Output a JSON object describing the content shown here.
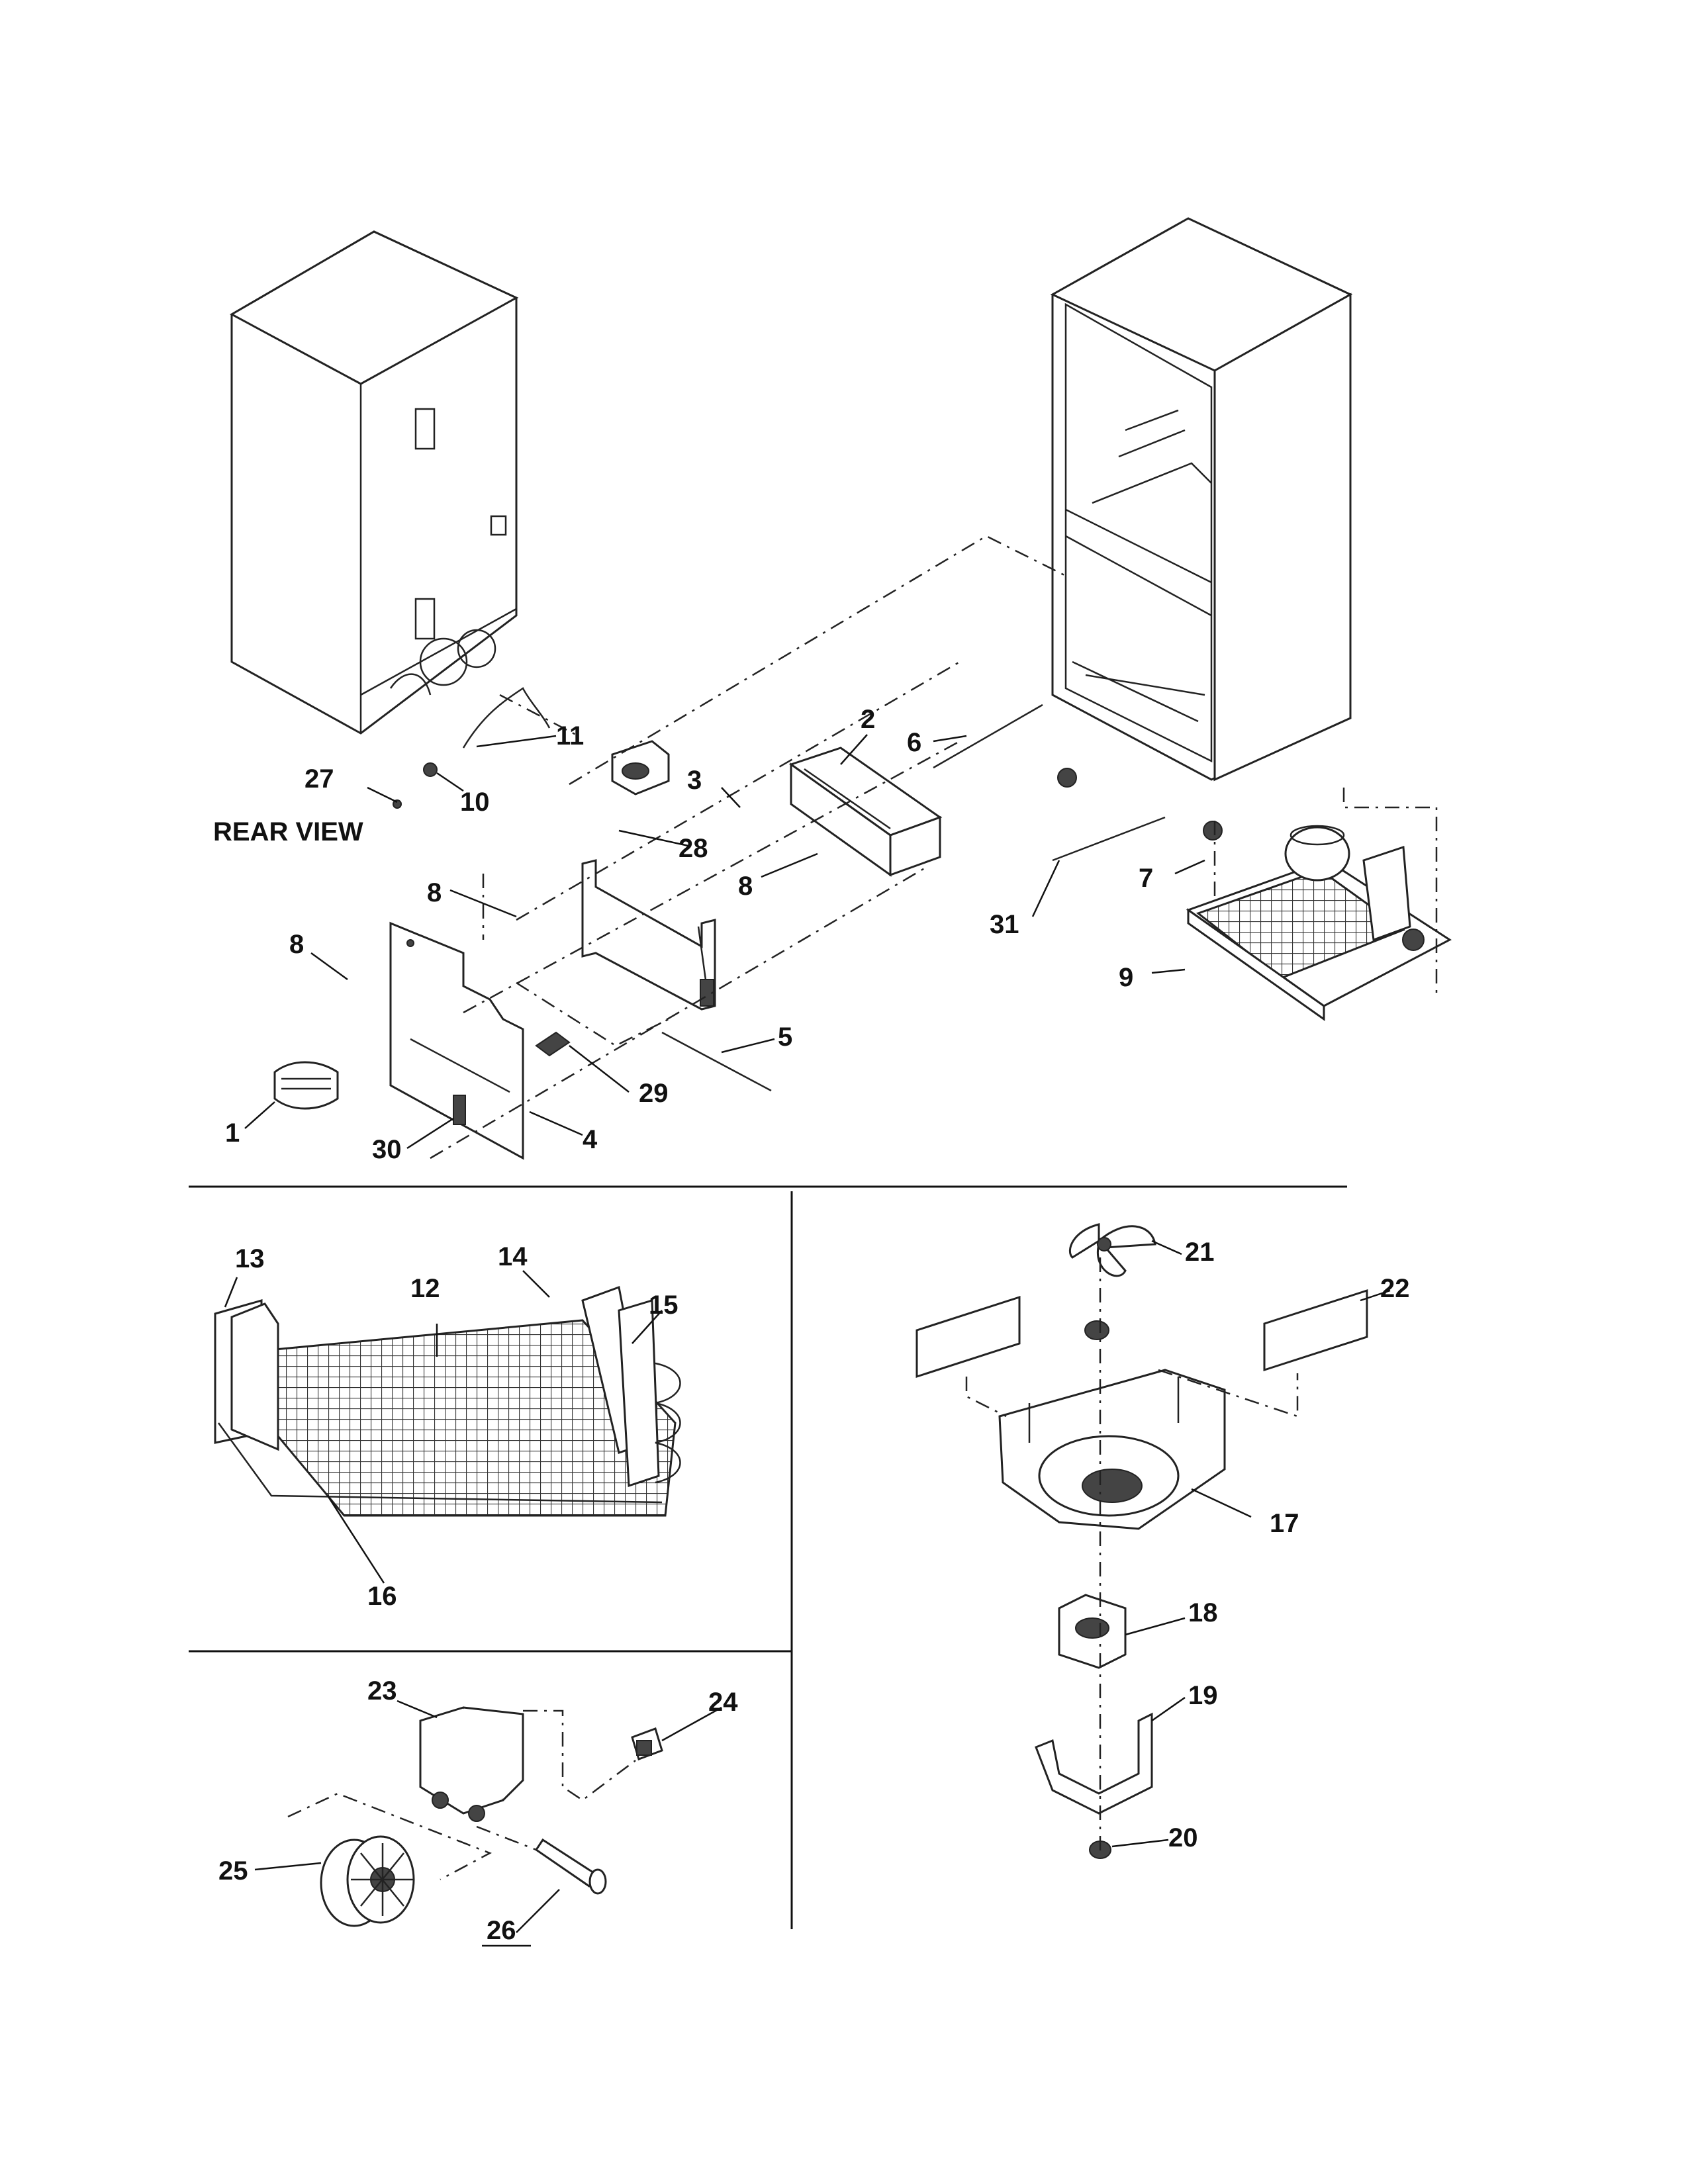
{
  "diagram": {
    "view_label": "REAR VIEW",
    "callouts": [
      {
        "id": "c1",
        "text": "1"
      },
      {
        "id": "c2",
        "text": "2"
      },
      {
        "id": "c3",
        "text": "3"
      },
      {
        "id": "c4",
        "text": "4"
      },
      {
        "id": "c5",
        "text": "5"
      },
      {
        "id": "c6",
        "text": "6"
      },
      {
        "id": "c7",
        "text": "7"
      },
      {
        "id": "c8a",
        "text": "8"
      },
      {
        "id": "c8b",
        "text": "8"
      },
      {
        "id": "c8c",
        "text": "8"
      },
      {
        "id": "c9",
        "text": "9"
      },
      {
        "id": "c10",
        "text": "10"
      },
      {
        "id": "c11",
        "text": "11"
      },
      {
        "id": "c12",
        "text": "12"
      },
      {
        "id": "c13",
        "text": "13"
      },
      {
        "id": "c14",
        "text": "14"
      },
      {
        "id": "c15",
        "text": "15"
      },
      {
        "id": "c16",
        "text": "16"
      },
      {
        "id": "c17",
        "text": "17"
      },
      {
        "id": "c18",
        "text": "18"
      },
      {
        "id": "c19",
        "text": "19"
      },
      {
        "id": "c20",
        "text": "20"
      },
      {
        "id": "c21",
        "text": "21"
      },
      {
        "id": "c22",
        "text": "22"
      },
      {
        "id": "c23",
        "text": "23"
      },
      {
        "id": "c24",
        "text": "24"
      },
      {
        "id": "c25",
        "text": "25"
      },
      {
        "id": "c26",
        "text": "26"
      },
      {
        "id": "c27",
        "text": "27"
      },
      {
        "id": "c28",
        "text": "28"
      },
      {
        "id": "c29",
        "text": "29"
      },
      {
        "id": "c30",
        "text": "30"
      },
      {
        "id": "c31",
        "text": "31"
      }
    ]
  }
}
